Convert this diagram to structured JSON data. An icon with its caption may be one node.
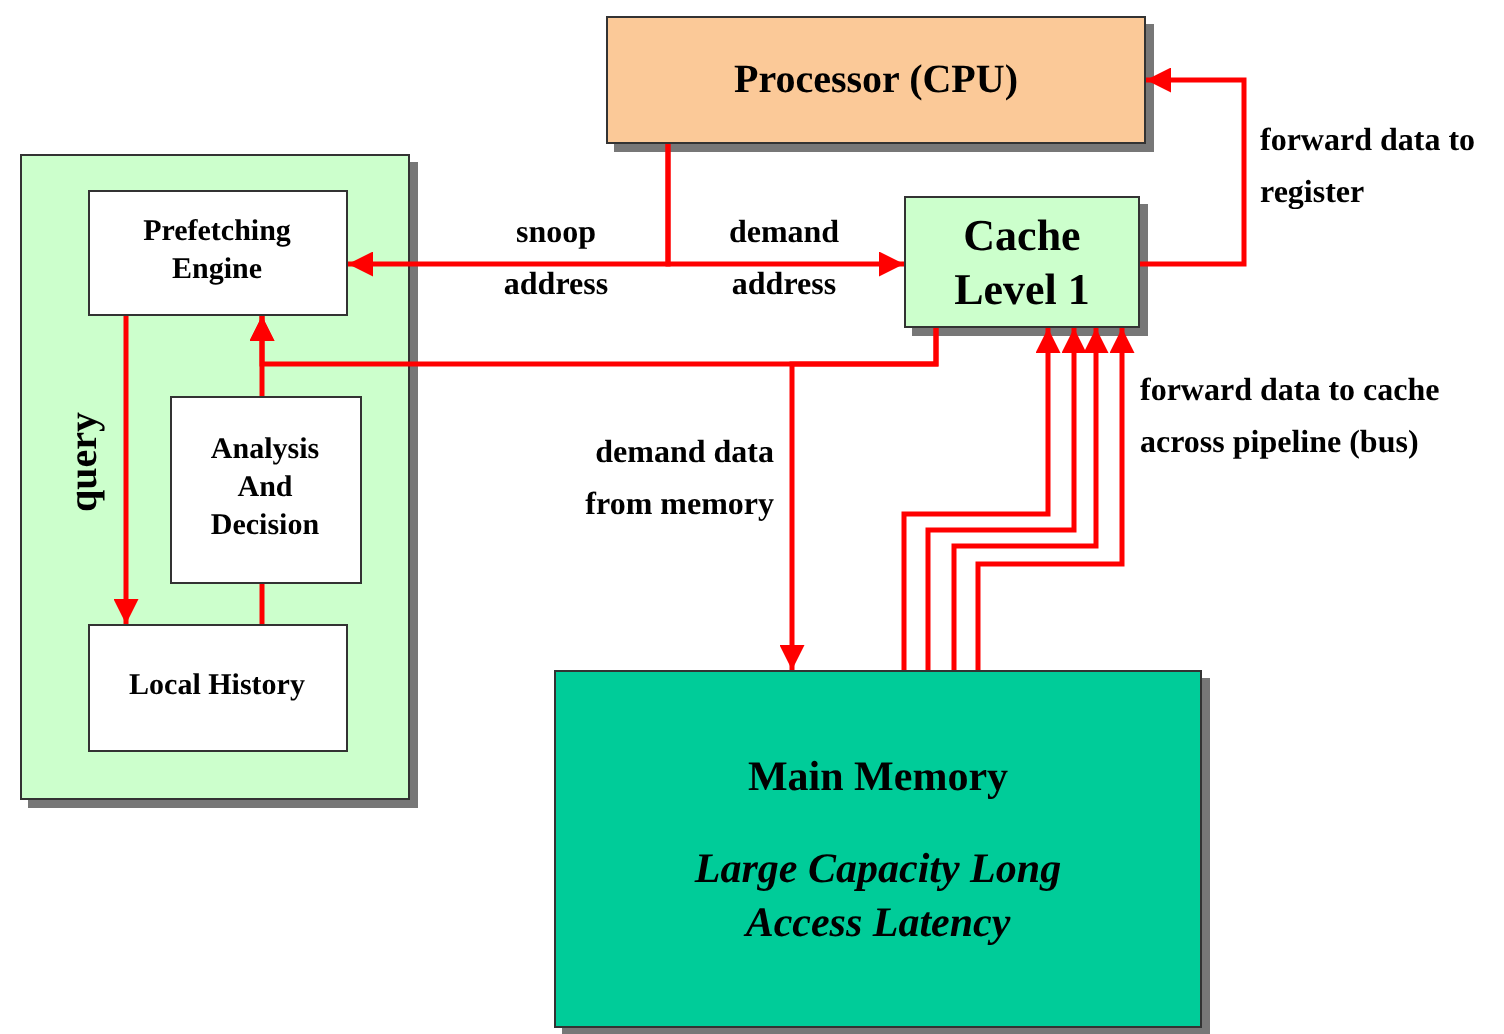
{
  "diagram": {
    "nodes": [
      {
        "text": [
          "Processor (CPU)"
        ]
      },
      {
        "text": [],
        "shape": "box"
      },
      {
        "text": [
          "Prefetching Engine"
        ],
        "in": 1
      },
      {
        "text": [
          "Analysis And Decision"
        ],
        "in": 1
      },
      {
        "text": [
          "Local History"
        ],
        "in": 1
      },
      {
        "text": [
          "Cache Level 1"
        ]
      },
      {
        "text": [
          "Main Memory",
          "Large Capacity Long Access Latency"
        ]
      }
    ],
    "edges": [
      {
        "from": 0,
        "to": 5,
        "arrow": "to",
        "label": "demand address"
      },
      {
        "from": 0,
        "to": 2,
        "arrow": "to",
        "label": "snoop address"
      },
      {
        "from": 5,
        "to": 0,
        "arrow": "to",
        "label": "forward data to register"
      },
      {
        "from": 5,
        "to": 2,
        "arrow": "to"
      },
      {
        "from": 5,
        "to": 6,
        "arrow": "to",
        "label": "demand data from memory"
      },
      {
        "from": 3,
        "to": 2,
        "arrow": "to"
      },
      {
        "from": 4,
        "to": 3,
        "arrow": "none"
      },
      {
        "from": 2,
        "to": 4,
        "arrow": "to",
        "label": "query"
      },
      {
        "from": 6,
        "to": 5,
        "arrow": "to"
      },
      {
        "from": 6,
        "to": 5,
        "arrow": "to"
      },
      {
        "from": 6,
        "to": 5,
        "arrow": "to"
      },
      {
        "from": 6,
        "to": 5,
        "arrow": "to",
        "label": "forward data to cache across pipeline (bus)"
      }
    ]
  }
}
